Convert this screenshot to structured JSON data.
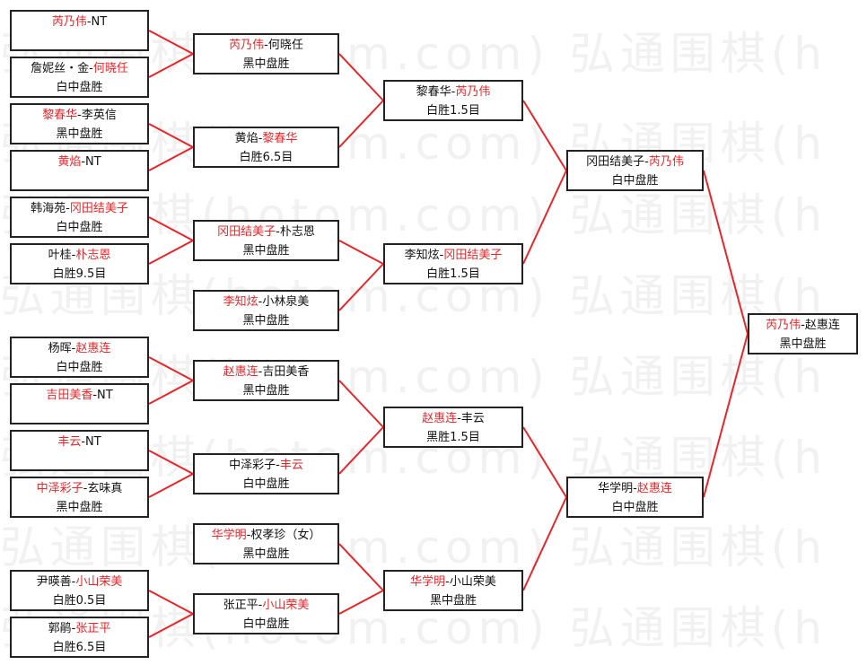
{
  "watermark": "弘通围棋(hotom.com) 弘通围棋(h",
  "accent_color": "#e8262a",
  "rounds": [
    [
      {
        "players": [
          {
            "t": "芮乃伟",
            "red": true
          },
          {
            "t": "-NT",
            "red": false
          }
        ],
        "result": ""
      },
      {
        "players": [
          {
            "t": "詹妮丝・金-",
            "red": false
          },
          {
            "t": "何晓任",
            "red": true
          }
        ],
        "result": "白中盘胜"
      },
      {
        "players": [
          {
            "t": "黎春华",
            "red": true
          },
          {
            "t": "-李英信",
            "red": false
          }
        ],
        "result": "黑中盘胜"
      },
      {
        "players": [
          {
            "t": "黄焰",
            "red": true
          },
          {
            "t": "-NT",
            "red": false
          }
        ],
        "result": ""
      },
      {
        "players": [
          {
            "t": "韩海苑-",
            "red": false
          },
          {
            "t": "冈田结美子",
            "red": true
          }
        ],
        "result": "白中盘胜"
      },
      {
        "players": [
          {
            "t": "叶桂-",
            "red": false
          },
          {
            "t": "朴志恩",
            "red": true
          }
        ],
        "result": "白胜9.5目"
      },
      {
        "players": [
          {
            "t": "杨晖-",
            "red": false
          },
          {
            "t": "赵惠连",
            "red": true
          }
        ],
        "result": "白中盘胜"
      },
      {
        "players": [
          {
            "t": "吉田美香",
            "red": true
          },
          {
            "t": "-NT",
            "red": false
          }
        ],
        "result": ""
      },
      {
        "players": [
          {
            "t": "丰云",
            "red": true
          },
          {
            "t": "-NT",
            "red": false
          }
        ],
        "result": ""
      },
      {
        "players": [
          {
            "t": "中泽彩子",
            "red": true
          },
          {
            "t": "-玄味真",
            "red": false
          }
        ],
        "result": "黑中盘胜"
      },
      {
        "players": [
          {
            "t": "尹暎善-",
            "red": false
          },
          {
            "t": "小山荣美",
            "red": true
          }
        ],
        "result": "白胜0.5目"
      },
      {
        "players": [
          {
            "t": "郭鹃-",
            "red": false
          },
          {
            "t": "张正平",
            "red": true
          }
        ],
        "result": "白胜6.5目"
      }
    ],
    [
      {
        "players": [
          {
            "t": "芮乃伟",
            "red": true
          },
          {
            "t": "-何晓任",
            "red": false
          }
        ],
        "result": "黑中盘胜"
      },
      {
        "players": [
          {
            "t": "黄焰-",
            "red": false
          },
          {
            "t": "黎春华",
            "red": true
          }
        ],
        "result": "白胜6.5目"
      },
      {
        "players": [
          {
            "t": "冈田结美子",
            "red": true
          },
          {
            "t": "-朴志恩",
            "red": false
          }
        ],
        "result": "黑中盘胜"
      },
      {
        "players": [
          {
            "t": "李知炫",
            "red": true
          },
          {
            "t": "-小林泉美",
            "red": false
          }
        ],
        "result": "黑中盘胜"
      },
      {
        "players": [
          {
            "t": "赵惠连",
            "red": true
          },
          {
            "t": "-吉田美香",
            "red": false
          }
        ],
        "result": "黑中盘胜"
      },
      {
        "players": [
          {
            "t": "中泽彩子-",
            "red": false
          },
          {
            "t": "丰云",
            "red": true
          }
        ],
        "result": "白中盘胜"
      },
      {
        "players": [
          {
            "t": "华学明",
            "red": true
          },
          {
            "t": "-权孝珍（女）",
            "red": false
          }
        ],
        "result": "黑中盘胜"
      },
      {
        "players": [
          {
            "t": "张正平-",
            "red": false
          },
          {
            "t": "小山荣美",
            "red": true
          }
        ],
        "result": "白中盘胜"
      }
    ],
    [
      {
        "players": [
          {
            "t": "黎春华-",
            "red": false
          },
          {
            "t": "芮乃伟",
            "red": true
          }
        ],
        "result": "白胜1.5目"
      },
      {
        "players": [
          {
            "t": "李知炫-",
            "red": false
          },
          {
            "t": "冈田结美子",
            "red": true
          }
        ],
        "result": "白胜1.5目"
      },
      {
        "players": [
          {
            "t": "赵惠连",
            "red": true
          },
          {
            "t": "-丰云",
            "red": false
          }
        ],
        "result": "黑胜1.5目"
      },
      {
        "players": [
          {
            "t": "华学明",
            "red": true
          },
          {
            "t": "-小山荣美",
            "red": false
          }
        ],
        "result": "黑中盘胜"
      }
    ],
    [
      {
        "players": [
          {
            "t": "冈田结美子-",
            "red": false
          },
          {
            "t": "芮乃伟",
            "red": true
          }
        ],
        "result": "白中盘胜"
      },
      {
        "players": [
          {
            "t": "华学明-",
            "red": false
          },
          {
            "t": "赵惠连",
            "red": true
          }
        ],
        "result": "白中盘胜"
      }
    ],
    [
      {
        "players": [
          {
            "t": "芮乃伟",
            "red": true
          },
          {
            "t": "-赵惠连",
            "red": false
          }
        ],
        "result": "黑中盘胜"
      }
    ]
  ]
}
